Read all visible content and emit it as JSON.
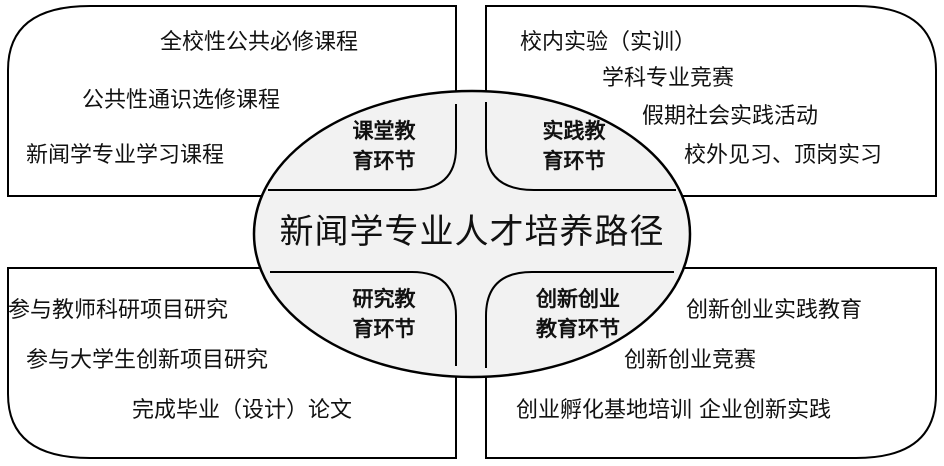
{
  "title": "新闻学专业人才培养路径",
  "quadrants": {
    "top_left": {
      "label_line1": "课堂教",
      "label_line2": "育环节",
      "items": [
        "全校性公共必修课程",
        "公共性通识选修课程",
        "新闻学专业学习课程"
      ]
    },
    "top_right": {
      "label_line1": "实践教",
      "label_line2": "育环节",
      "items": [
        "校内实验（实训）",
        "学科专业竞赛",
        "假期社会实践活动",
        "校外见习、顶岗实习"
      ]
    },
    "bottom_left": {
      "label_line1": "研究教",
      "label_line2": "育环节",
      "items": [
        "参与教师科研项目研究",
        "参与大学生创新项目研究",
        "完成毕业（设计）论文"
      ]
    },
    "bottom_right": {
      "label_line1": "创新创业",
      "label_line2": "教育环节",
      "items": [
        "创新创业实践教育",
        "创新创业竞赛",
        "创业孵化基地培训  企业创新实践"
      ]
    }
  },
  "colors": {
    "stroke": "#000000",
    "ellipse_fill": "#f2f2f2",
    "background": "#ffffff"
  }
}
